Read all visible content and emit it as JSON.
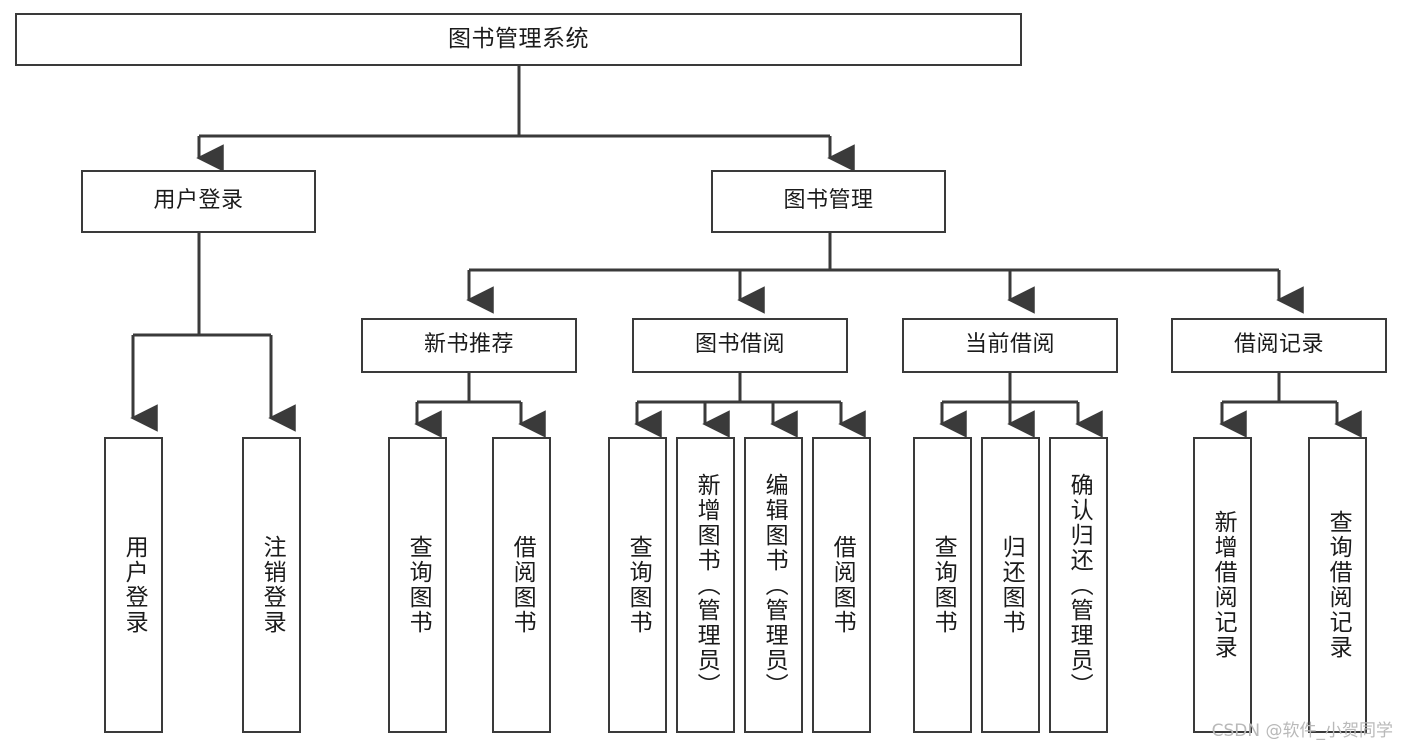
{
  "diagram": {
    "type": "tree",
    "title": "图书管理系统",
    "colors": {
      "box_border": "#3a3a3a",
      "box_fill": "#ffffff",
      "edge": "#3a3a3a",
      "text": "#1b1b1b",
      "watermark": "#b9b9b9"
    },
    "root": {
      "label": "图书管理系统"
    },
    "level2": [
      {
        "label": "用户登录"
      },
      {
        "label": "图书管理"
      }
    ],
    "level3": [
      {
        "label": "新书推荐"
      },
      {
        "label": "图书借阅"
      },
      {
        "label": "当前借阅"
      },
      {
        "label": "借阅记录"
      }
    ],
    "leaves": {
      "user_login": [
        {
          "label": "用户登录"
        },
        {
          "label": "注销登录"
        }
      ],
      "new_book_recommend": [
        {
          "label": "查询图书"
        },
        {
          "label": "借阅图书"
        }
      ],
      "book_borrow": [
        {
          "label": "查询图书"
        },
        {
          "label": "新增图书（管理员）"
        },
        {
          "label": "编辑图书（管理员）"
        },
        {
          "label": "借阅图书"
        }
      ],
      "current_borrow": [
        {
          "label": "查询图书"
        },
        {
          "label": "归还图书"
        },
        {
          "label": "确认归还（管理员）"
        }
      ],
      "borrow_record": [
        {
          "label": "新增借阅记录"
        },
        {
          "label": "查询借阅记录"
        }
      ]
    }
  },
  "watermark": {
    "text": "CSDN @软件_小贺同学"
  }
}
